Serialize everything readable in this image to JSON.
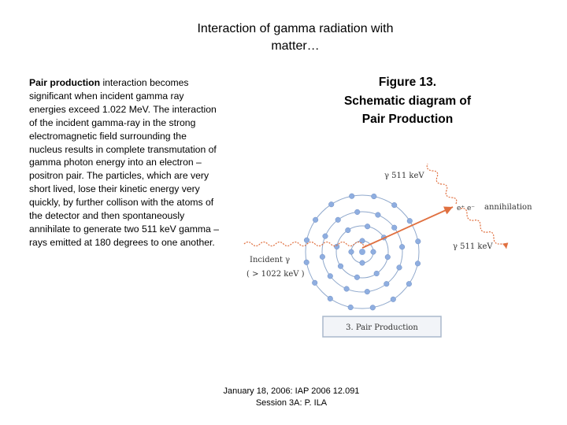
{
  "slide": {
    "title_line1": "Interaction of gamma radiation with",
    "title_line2": "matter…"
  },
  "body": {
    "lead_bold": "Pair production",
    "text": " interaction becomes significant when incident gamma ray energies exceed 1.022 MeV. The interaction of the incident gamma-ray in the strong electromagnetic field surrounding the nucleus results in complete transmutation of gamma photon energy into an electron – positron pair. The particles, which are very short lived, lose their kinetic energy very quickly, by further collison with the atoms of the detector and then spontaneously annihilate to generate two 511 keV gamma –rays emitted at 180 degrees to one another."
  },
  "figure": {
    "caption_line1": "Figure 13.",
    "caption_line2": "Schematic diagram of",
    "caption_line3": "Pair Production",
    "label_gamma_top": "γ 511 keV",
    "label_gamma_bottom": "γ 511 keV",
    "label_pair": "e⁺ e⁻",
    "label_annihilation": "annihilation",
    "label_incident": "Incident γ",
    "label_energy": "( > 1022 keV )",
    "box_label": "3. Pair Production",
    "colors": {
      "orbit": "#8fa8cc",
      "electron": "#8faee0",
      "ray": "#e07040",
      "text": "#333333",
      "box_border": "#aab8cc",
      "box_bg": "#f2f4f8"
    }
  },
  "footer": {
    "line1": "January 18, 2006: IAP 2006 12.091",
    "line2": "Session 3A: P. ILA"
  }
}
